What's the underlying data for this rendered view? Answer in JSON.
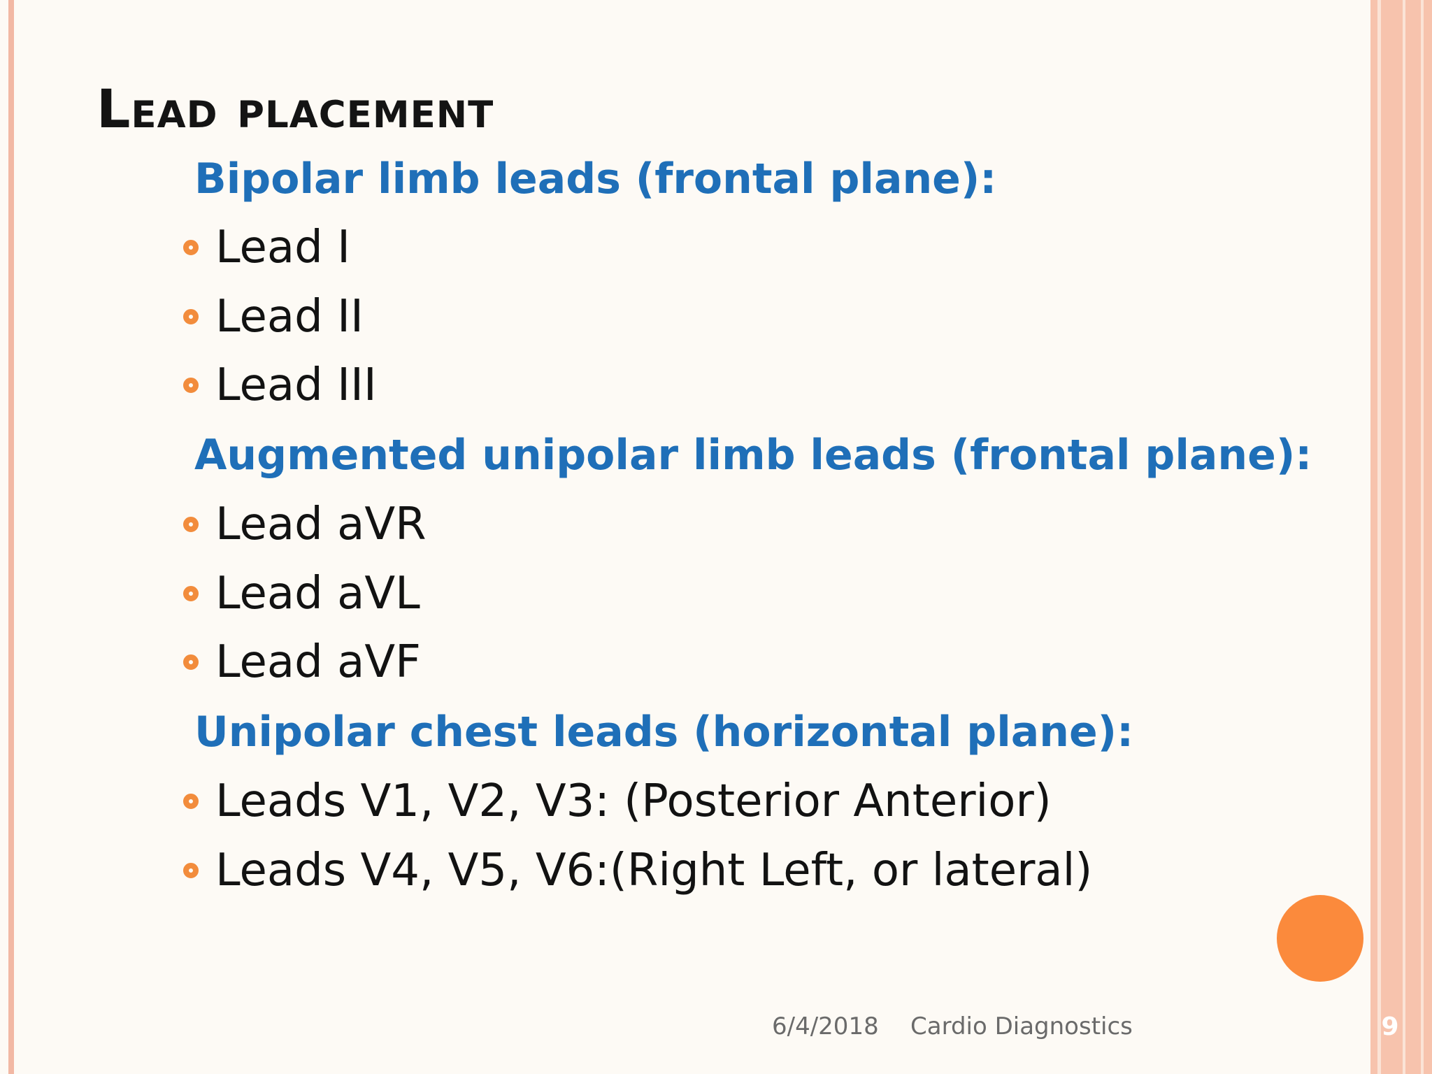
{
  "slide": {
    "title": "Lead placement",
    "sections": [
      {
        "heading": "Bipolar limb leads (frontal plane):",
        "items": [
          "Lead I",
          "Lead II",
          "Lead III"
        ]
      },
      {
        "heading": "Augmented unipolar limb leads (frontal plane):",
        "items": [
          "Lead aVR",
          "Lead aVL",
          "Lead aVF"
        ]
      },
      {
        "heading": "Unipolar chest leads (horizontal plane):",
        "items": [
          "Leads V1, V2, V3: (Posterior Anterior)",
          "Leads V4, V5, V6:(Right Left, or lateral)"
        ]
      }
    ]
  },
  "footer": {
    "date": "6/4/2018",
    "text": "Cardio Diagnostics",
    "page_number": "9"
  },
  "colors": {
    "title": "#141414",
    "heading": "#1f6fb8",
    "bullet": "#f28c3c",
    "accent_circle": "#fb8a3c",
    "side_band": "#f7c3ad"
  }
}
